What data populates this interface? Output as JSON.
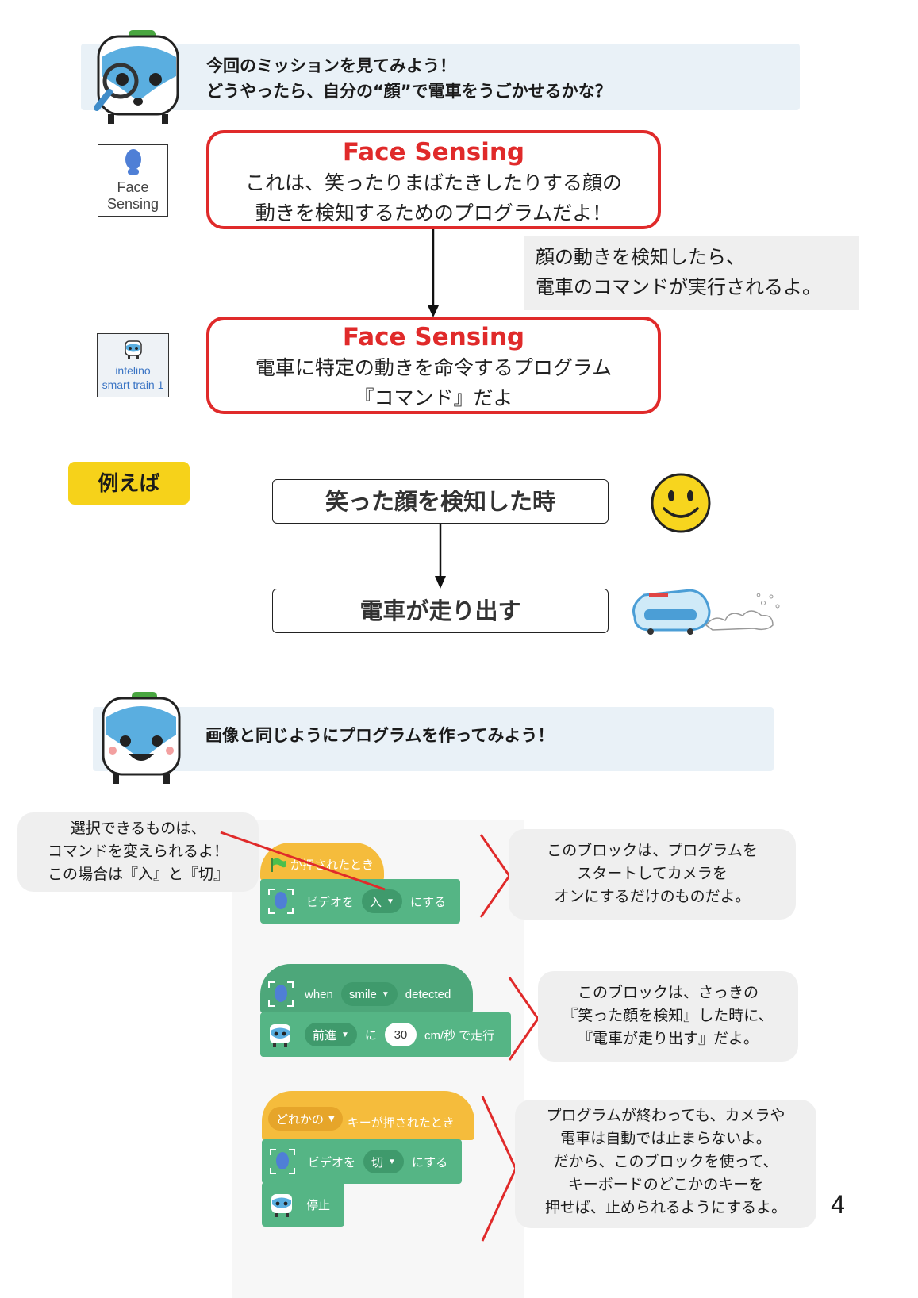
{
  "mission": {
    "line1": "今回のミッションを見てみよう！",
    "line2": "どうやったら、自分の“顔”で電車をうごかせるかな？"
  },
  "icons": {
    "face_sensing_label1": "Face",
    "face_sensing_label2": "Sensing",
    "intelino_label1": "intelino",
    "intelino_label2": "smart train 1"
  },
  "box1": {
    "title": "Face Sensing",
    "line1": "これは、笑ったりまばたきしたりする顔の",
    "line2": "動きを検知するためのプログラムだよ！"
  },
  "note": {
    "line1": "顔の動きを検知したら、",
    "line2": "電車のコマンドが実行されるよ。"
  },
  "box2": {
    "title": "Face Sensing",
    "line1": "電車に特定の動きを命令するプログラム",
    "line2": "『コマンド』だよ"
  },
  "example": {
    "tag": "例えば",
    "step1": "笑った顔を検知した時",
    "step2": "電車が走り出す"
  },
  "mission2": {
    "line1": "画像と同じようにプログラムを作ってみよう！"
  },
  "left_bubble": {
    "line1": "選択できるものは、",
    "line2": "コマンドを変えられるよ！",
    "line3": "この場合は『入』と『切』"
  },
  "blocks": {
    "group1": {
      "hat": "が押されたとき",
      "video_prefix": "ビデオを",
      "video_value": "入",
      "video_suffix": "にする"
    },
    "group2": {
      "when": "when",
      "smile": "smile",
      "detected": "detected",
      "direction": "前進",
      "ni": "に",
      "speed": "30",
      "speed_suffix": "cm/秒 で走行"
    },
    "group3": {
      "key_value": "どれかの",
      "key_suffix": "キーが押されたとき",
      "video_prefix": "ビデオを",
      "video_value": "切",
      "video_suffix": "にする",
      "stop": "停止"
    }
  },
  "bubble1": {
    "line1": "このブロックは、プログラムを",
    "line2": "スタートしてカメラを",
    "line3": "オンにするだけのものだよ。"
  },
  "bubble2": {
    "line1": "このブロックは、さっきの",
    "line2": "『笑った顔を検知』した時に、",
    "line3": "『電車が走り出す』だよ。"
  },
  "bubble3": {
    "line1": "プログラムが終わっても、カメラや",
    "line2": "電車は自動では止まらないよ。",
    "line3": "だから、このブロックを使って、",
    "line4": "キーボードのどこかのキーを",
    "line5": "押せば、止められるようにするよ。"
  },
  "page_number": "4",
  "colors": {
    "accent_red": "#e02a2a",
    "banner_bg": "#e9f1f7",
    "tag_yellow": "#f6d21a",
    "block_green": "#55b585",
    "hat_yellow": "#f5bc3c"
  }
}
